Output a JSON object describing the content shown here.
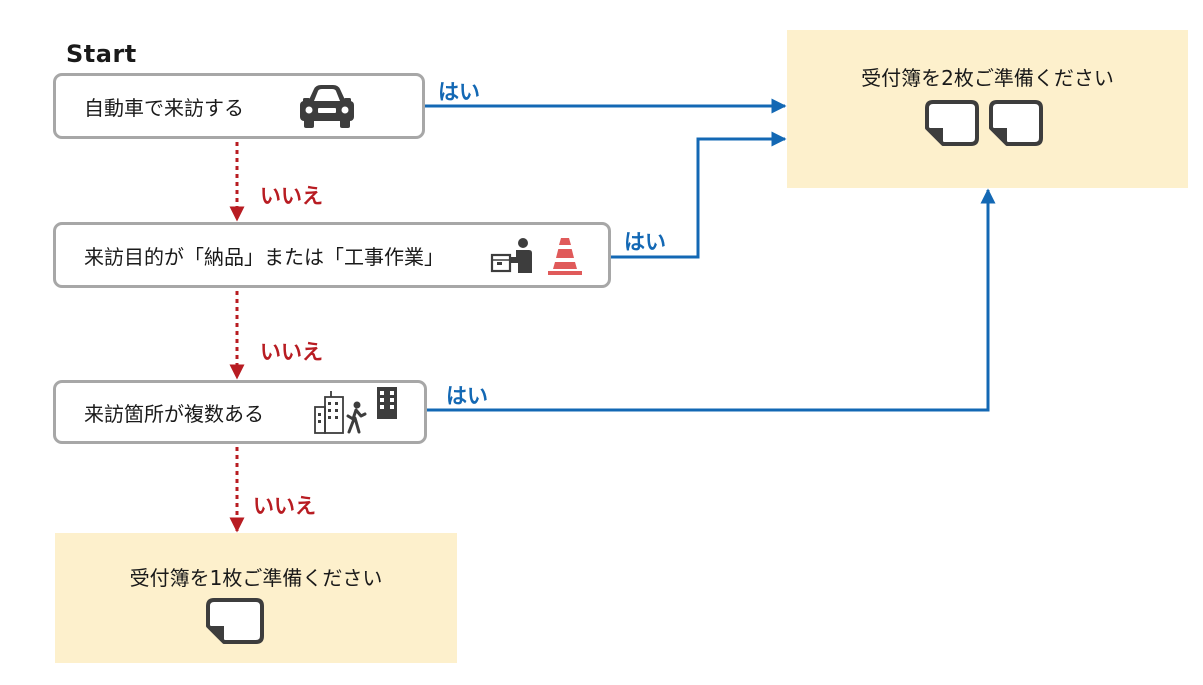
{
  "start_label": "Start",
  "questions": [
    {
      "text": "自動車で来訪する",
      "icons": [
        "car-icon"
      ]
    },
    {
      "text": "来訪目的が「納品」または「工事作業」",
      "icons": [
        "delivery-person-icon",
        "traffic-cone-icon"
      ]
    },
    {
      "text": "来訪箇所が複数ある",
      "icons": [
        "buildings-walking-person-icon"
      ]
    }
  ],
  "answers": {
    "yes": "はい",
    "no": "いいえ"
  },
  "results": {
    "two_sheets": {
      "text": "受付簿を2枚ご準備ください",
      "icon": "document-sheet-icon",
      "count": 2
    },
    "one_sheet": {
      "text": "受付簿を1枚ご準備ください",
      "icon": "document-sheet-icon",
      "count": 1
    }
  },
  "colors": {
    "yes_arrow": "#1368b4",
    "no_arrow": "#b81c22",
    "box_border": "#a7a7a7",
    "result_fill": "#fdf0cc",
    "icon_gray": "#3d3d3d",
    "cone_red": "#e05a5a"
  }
}
